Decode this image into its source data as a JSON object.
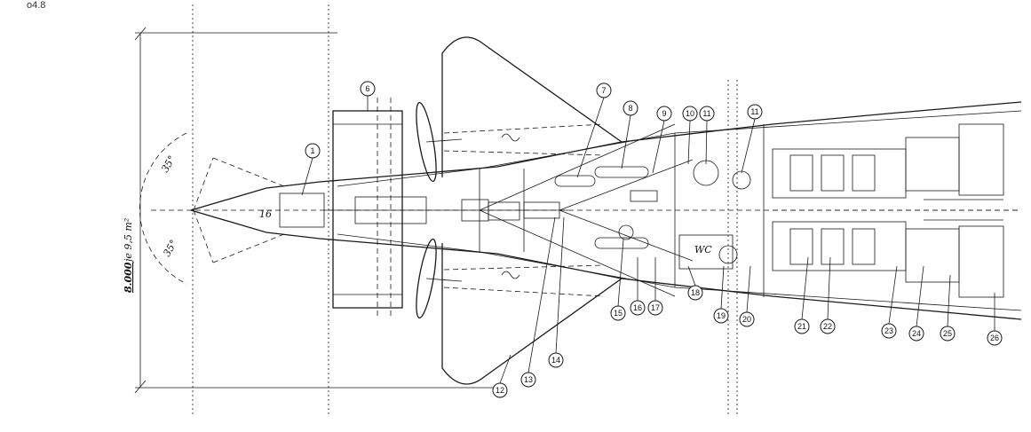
{
  "corner_label": "o4.8",
  "callouts": [
    "1",
    "6",
    "7",
    "8",
    "9",
    "10",
    "11",
    "11",
    "12",
    "13",
    "14",
    "15",
    "16",
    "17",
    "18",
    "19",
    "20",
    "21",
    "22",
    "23",
    "24",
    "25",
    "26"
  ],
  "annotations": {
    "span": "8.000",
    "area": "je 9,5 m²",
    "angle_top": "35°",
    "angle_bottom": "35°",
    "small_angle": "16",
    "wc": "WC"
  }
}
